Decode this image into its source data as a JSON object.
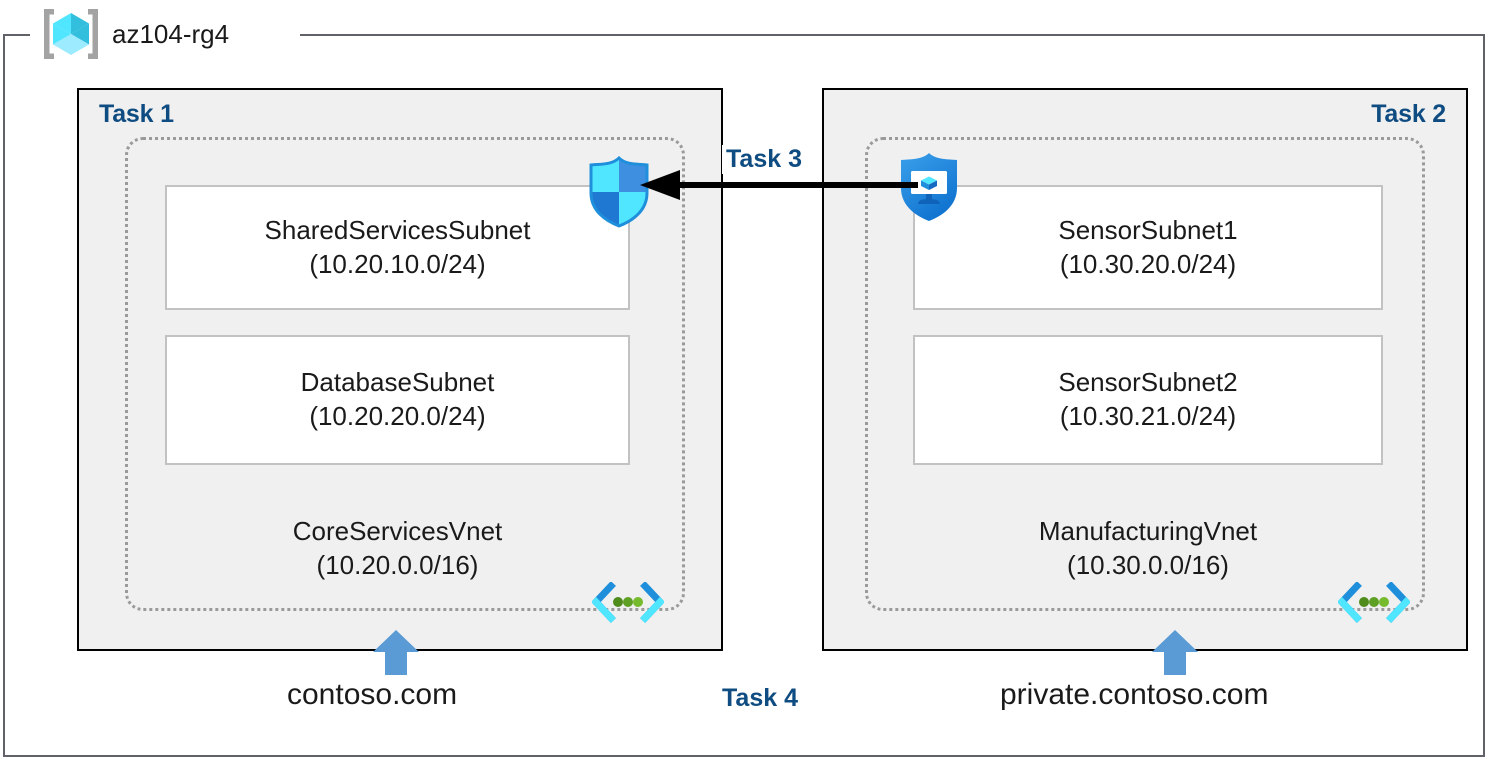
{
  "resource_group": {
    "name": "az104-rg4",
    "icon": "resource-group-cube-icon"
  },
  "colors": {
    "task_label": "#0f4c81",
    "task_box_fill": "#f0f0f0",
    "task_box_border": "#000000",
    "vnet_border": "#9a9a9a",
    "subnet_border": "#c2c2c2",
    "frame_border": "#5f6368",
    "dns_arrow": "#5b9bd5",
    "peering_arrow": "#000000",
    "icon_cyan": "#50e6ff",
    "icon_blue": "#1f8fdb",
    "icon_deep_blue": "#0078d4",
    "icon_green": "#5e9624"
  },
  "tasks": {
    "task1": "Task 1",
    "task2": "Task 2",
    "task3": "Task 3",
    "task4": "Task 4"
  },
  "vnets": [
    {
      "id": "core-services",
      "name": "CoreServicesVnet",
      "cidr": "(10.20.0.0/16)",
      "icon": "vnet-chevrons-icon",
      "subnets": [
        {
          "name": "SharedServicesSubnet",
          "cidr": "(10.20.10.0/24)"
        },
        {
          "name": "DatabaseSubnet",
          "cidr": "(10.20.20.0/24)"
        }
      ],
      "dns_zone": "contoso.com"
    },
    {
      "id": "manufacturing",
      "name": "ManufacturingVnet",
      "cidr": "(10.30.0.0/16)",
      "icon": "vnet-chevrons-icon",
      "subnets": [
        {
          "name": "SensorSubnet1",
          "cidr": "(10.30.20.0/24)"
        },
        {
          "name": "SensorSubnet2",
          "cidr": "(10.30.21.0/24)"
        }
      ],
      "dns_zone": "private.contoso.com"
    }
  ],
  "icons": {
    "firewall": "shield-icon",
    "vm_shield": "vm-shield-icon",
    "peering": "left-arrow-icon",
    "dns_link": "up-arrow-icon"
  }
}
